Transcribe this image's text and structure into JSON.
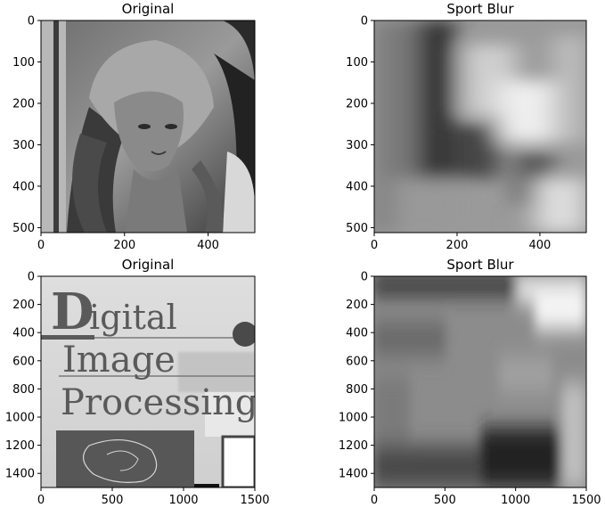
{
  "chart_data": [
    {
      "type": "image",
      "title": "Original",
      "content": "portrait",
      "x_ticks": [
        0,
        200,
        400
      ],
      "y_ticks": [
        0,
        100,
        200,
        300,
        400,
        500
      ],
      "xlim": [
        0,
        512
      ],
      "ylim": [
        512,
        0
      ],
      "colormap": "gray"
    },
    {
      "type": "image",
      "title": "Sport Blur",
      "content": "blurred-portrait",
      "x_ticks": [
        0,
        200,
        400
      ],
      "y_ticks": [
        0,
        100,
        200,
        300,
        400,
        500
      ],
      "xlim": [
        0,
        512
      ],
      "ylim": [
        512,
        0
      ],
      "colormap": "gray"
    },
    {
      "type": "image",
      "title": "Original",
      "content": "book-cover",
      "image_text": [
        "D",
        "igital",
        "Image",
        "Processing"
      ],
      "x_ticks": [
        0,
        500,
        1000,
        1500
      ],
      "y_ticks": [
        0,
        200,
        400,
        600,
        800,
        1000,
        1200,
        1400
      ],
      "xlim": [
        0,
        1500
      ],
      "ylim": [
        1500,
        0
      ],
      "colormap": "gray"
    },
    {
      "type": "image",
      "title": "Sport Blur",
      "content": "blurred-book-cover",
      "x_ticks": [
        0,
        500,
        1000,
        1500
      ],
      "y_ticks": [
        0,
        200,
        400,
        600,
        800,
        1000,
        1200,
        1400
      ],
      "xlim": [
        0,
        1500
      ],
      "ylim": [
        1500,
        0
      ],
      "colormap": "gray"
    }
  ]
}
